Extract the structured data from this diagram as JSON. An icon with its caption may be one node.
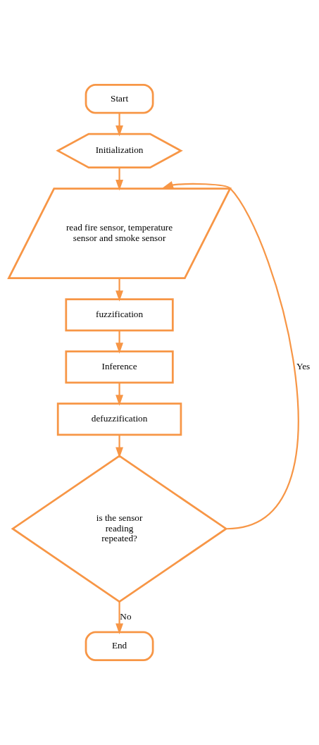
{
  "diagram": {
    "nodes": [
      {
        "text": [
          "Start"
        ]
      },
      {
        "text": [
          "Initialization"
        ]
      },
      {
        "text": [
          "read fire sensor, temperature sensor and smoke sensor"
        ]
      },
      {
        "text": [
          "fuzzification"
        ]
      },
      {
        "text": [
          "Inference"
        ]
      },
      {
        "text": [
          "defuzzification"
        ]
      },
      {
        "text": [
          "is the sensor reading repeated?"
        ]
      },
      {
        "text": [
          "End"
        ]
      }
    ],
    "edges": [
      {
        "from": 0,
        "to": 1,
        "arrow": "to"
      },
      {
        "from": 1,
        "to": 2,
        "arrow": "to"
      },
      {
        "from": 2,
        "to": 3,
        "arrow": "to"
      },
      {
        "from": 3,
        "to": 4,
        "arrow": "to"
      },
      {
        "from": 4,
        "to": 5,
        "arrow": "to"
      },
      {
        "from": 5,
        "to": 6,
        "arrow": "to"
      },
      {
        "from": 6,
        "to": 2,
        "arrow": "to",
        "label": "Yes"
      },
      {
        "from": 6,
        "to": 7,
        "arrow": "to",
        "label": "No"
      }
    ]
  }
}
